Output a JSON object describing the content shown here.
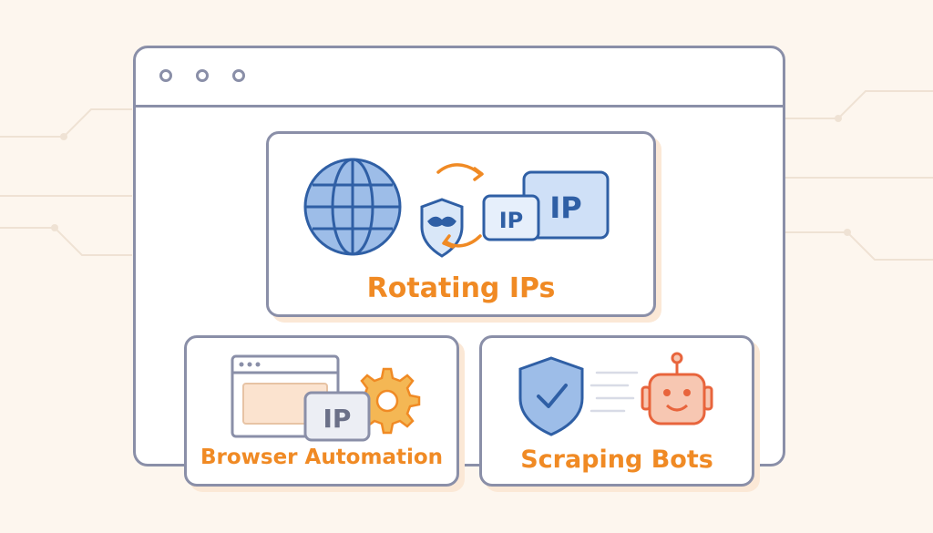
{
  "window": {
    "controls": [
      "window-dot",
      "window-dot",
      "window-dot"
    ]
  },
  "cards": {
    "rotating": {
      "label": "Rotating IPs",
      "ip_badges": [
        "IP",
        "IP"
      ],
      "icons": [
        "globe-icon",
        "masked-shield-icon",
        "rotate-arrows-icon"
      ]
    },
    "browser": {
      "label": "Browser Automation",
      "ip_badge": "IP",
      "icons": [
        "browser-window-icon",
        "gear-icon"
      ]
    },
    "bots": {
      "label": "Scraping Bots",
      "icons": [
        "check-shield-icon",
        "robot-icon"
      ]
    }
  },
  "colors": {
    "accent_orange": "#f08a24",
    "blue_stroke": "#2f5fa5",
    "blue_fill": "#cfe0f7",
    "gray_stroke": "#8a8fa8",
    "background": "#fdf6ee"
  }
}
